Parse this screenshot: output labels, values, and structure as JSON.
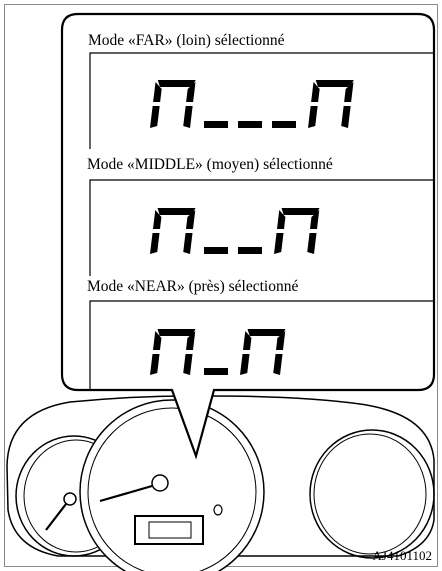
{
  "figure": {
    "modes": [
      {
        "caption": "Mode «FAR» (loin) sélectionné",
        "dashes": 3
      },
      {
        "caption": "Mode «MIDDLE» (moyen) sélectionné",
        "dashes": 2
      },
      {
        "caption": "Mode «NEAR» (près) sélectionné",
        "dashes": 1
      }
    ],
    "reference_code": "AJ4101102"
  }
}
